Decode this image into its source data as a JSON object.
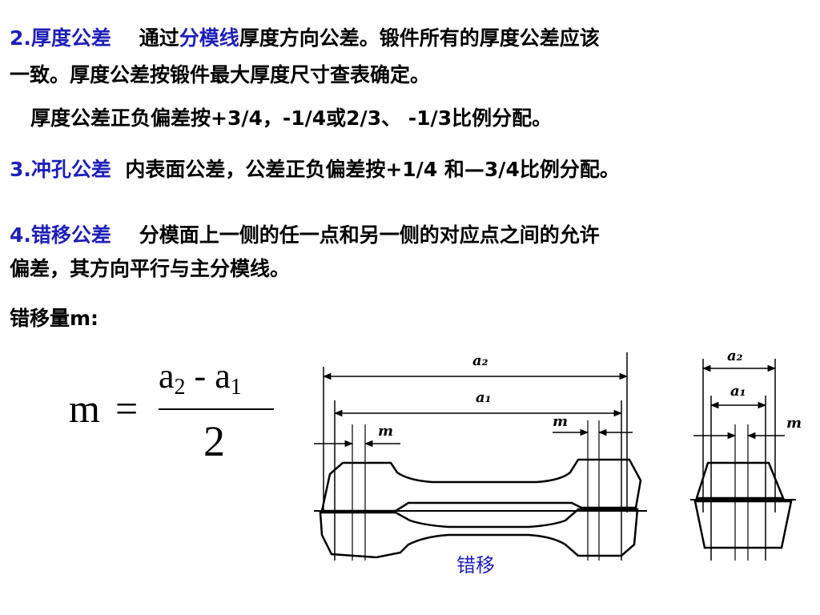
{
  "para2": {
    "num": "2.",
    "title": "厚度公差",
    "text_a": "通过",
    "highlight": "分模线",
    "text_b": "厚度方向公差。锻件所有的厚度公差应该",
    "line2": "一致。厚度公差按锻件最大厚度尺寸查表确定。",
    "line3": "厚度公差正负偏差按+3/4，-1/4或2/3、 -1/3比例分配。"
  },
  "para3": {
    "num": "3.",
    "title": "冲孔公差",
    "text": "内表面公差，公差正负偏差按+1/4 和—3/4比例分配。"
  },
  "para4": {
    "num": "4.",
    "title": "错移公差",
    "text": "分模面上一侧的任一点和另一侧的对应点之间的允许",
    "line2": "偏差，其方向平行与主分模线。"
  },
  "offset_label": "错移量m:",
  "formula": {
    "lhs": "m",
    "eq": "=",
    "numerator_a": "a",
    "numerator_sub_a": "2",
    "numerator_op": " - ",
    "numerator_b": "a",
    "numerator_sub_b": "1",
    "denominator": "2"
  },
  "diagram": {
    "label_a2": "a₂",
    "label_a1": "a₁",
    "label_m": "m",
    "caption": "错移"
  }
}
